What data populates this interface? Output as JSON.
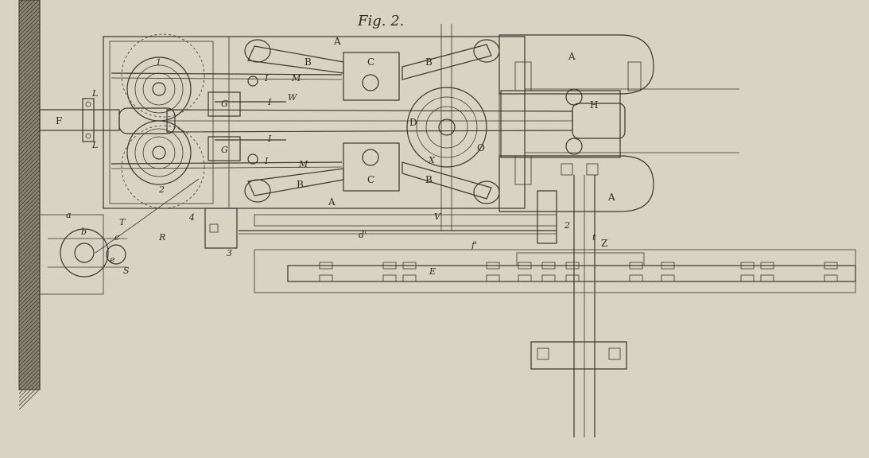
{
  "figure": {
    "title": "Fig. 2.",
    "labels": {
      "A": "A",
      "B": "B",
      "C": "C",
      "D": "D",
      "E": "E",
      "F": "F",
      "G": "G",
      "H": "H",
      "I": "I",
      "L": "L",
      "M": "M",
      "O": "O",
      "R": "R",
      "S": "S",
      "T": "T",
      "V": "V",
      "W": "W",
      "X": "X",
      "Z": "Z",
      "a": "a",
      "b": "b",
      "c": "c",
      "d_prime": "d'",
      "e": "e",
      "f_prime": "f'",
      "t": "t",
      "n1": "1",
      "n2": "2",
      "n3": "3",
      "n4": "4"
    }
  }
}
